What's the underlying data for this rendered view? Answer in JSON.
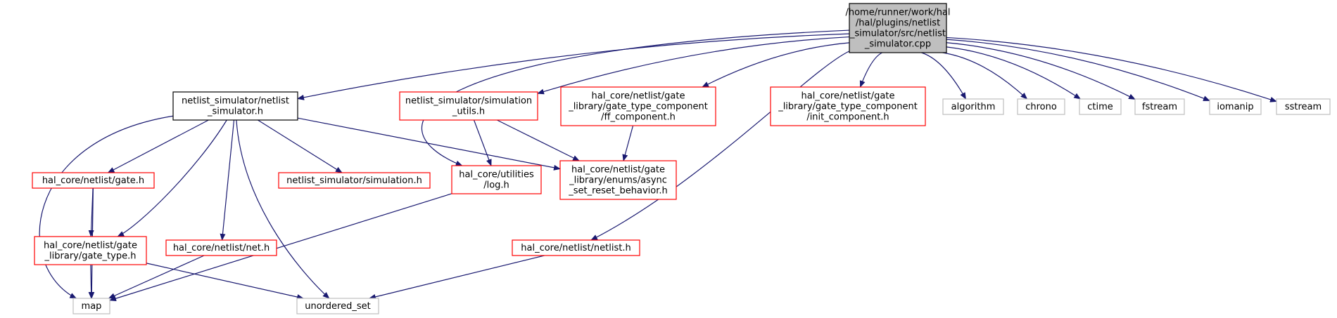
{
  "nodes": [
    {
      "id": "root",
      "lines": [
        "/home/runner/work/hal",
        "/hal/plugins/netlist",
        "_simulator/src/netlist",
        "_simulator.cpp"
      ],
      "style": "root"
    },
    {
      "id": "netlist_simulator_h",
      "lines": [
        "netlist_simulator/netlist",
        "_simulator.h"
      ],
      "style": "normal"
    },
    {
      "id": "simulation_utils_h",
      "lines": [
        "netlist_simulator/simulation",
        "_utils.h"
      ],
      "style": "red"
    },
    {
      "id": "ff_component_h",
      "lines": [
        "hal_core/netlist/gate",
        "_library/gate_type_component",
        "/ff_component.h"
      ],
      "style": "red"
    },
    {
      "id": "init_component_h",
      "lines": [
        "hal_core/netlist/gate",
        "_library/gate_type_component",
        "/init_component.h"
      ],
      "style": "red"
    },
    {
      "id": "algorithm",
      "lines": [
        "algorithm"
      ],
      "style": "gray"
    },
    {
      "id": "chrono",
      "lines": [
        "chrono"
      ],
      "style": "gray"
    },
    {
      "id": "ctime",
      "lines": [
        "ctime"
      ],
      "style": "gray"
    },
    {
      "id": "fstream",
      "lines": [
        "fstream"
      ],
      "style": "gray"
    },
    {
      "id": "iomanip",
      "lines": [
        "iomanip"
      ],
      "style": "gray"
    },
    {
      "id": "sstream",
      "lines": [
        "sstream"
      ],
      "style": "gray"
    },
    {
      "id": "gate_h",
      "lines": [
        "hal_core/netlist/gate.h"
      ],
      "style": "red"
    },
    {
      "id": "simulation_h",
      "lines": [
        "netlist_simulator/simulation.h"
      ],
      "style": "red"
    },
    {
      "id": "log_h",
      "lines": [
        "hal_core/utilities",
        "/log.h"
      ],
      "style": "red"
    },
    {
      "id": "async_h",
      "lines": [
        "hal_core/netlist/gate",
        "_library/enums/async",
        "_set_reset_behavior.h"
      ],
      "style": "red"
    },
    {
      "id": "gate_type_h",
      "lines": [
        "hal_core/netlist/gate",
        "_library/gate_type.h"
      ],
      "style": "red"
    },
    {
      "id": "net_h",
      "lines": [
        "hal_core/netlist/net.h"
      ],
      "style": "red"
    },
    {
      "id": "netlist_h",
      "lines": [
        "hal_core/netlist/netlist.h"
      ],
      "style": "red"
    },
    {
      "id": "map",
      "lines": [
        "map"
      ],
      "style": "gray"
    },
    {
      "id": "unordered_set",
      "lines": [
        "unordered_set"
      ],
      "style": "gray"
    }
  ],
  "edges": [
    [
      "root",
      "netlist_simulator_h"
    ],
    [
      "root",
      "simulation_utils_h"
    ],
    [
      "root",
      "ff_component_h"
    ],
    [
      "root",
      "init_component_h"
    ],
    [
      "root",
      "algorithm"
    ],
    [
      "root",
      "chrono"
    ],
    [
      "root",
      "ctime"
    ],
    [
      "root",
      "fstream"
    ],
    [
      "root",
      "iomanip"
    ],
    [
      "root",
      "sstream"
    ],
    [
      "root",
      "log_h"
    ],
    [
      "root",
      "netlist_h"
    ],
    [
      "netlist_simulator_h",
      "map"
    ],
    [
      "netlist_simulator_h",
      "gate_h"
    ],
    [
      "netlist_simulator_h",
      "gate_type_h"
    ],
    [
      "netlist_simulator_h",
      "net_h"
    ],
    [
      "netlist_simulator_h",
      "unordered_set"
    ],
    [
      "netlist_simulator_h",
      "simulation_h"
    ],
    [
      "netlist_simulator_h",
      "async_h"
    ],
    [
      "simulation_utils_h",
      "log_h"
    ],
    [
      "simulation_utils_h",
      "async_h"
    ],
    [
      "ff_component_h",
      "async_h"
    ],
    [
      "gate_h",
      "map"
    ],
    [
      "gate_h",
      "gate_type_h"
    ],
    [
      "gate_type_h",
      "map"
    ],
    [
      "gate_type_h",
      "unordered_set"
    ],
    [
      "net_h",
      "map"
    ],
    [
      "log_h",
      "map"
    ],
    [
      "netlist_h",
      "unordered_set"
    ]
  ],
  "colors": {
    "edge": "#191970",
    "root_fill": "#bfbfbf",
    "root_border": "#000000",
    "normal_border": "#000000",
    "red_border": "#ff0000",
    "gray_border": "#bfbfbf",
    "gray_text": "#404040"
  }
}
